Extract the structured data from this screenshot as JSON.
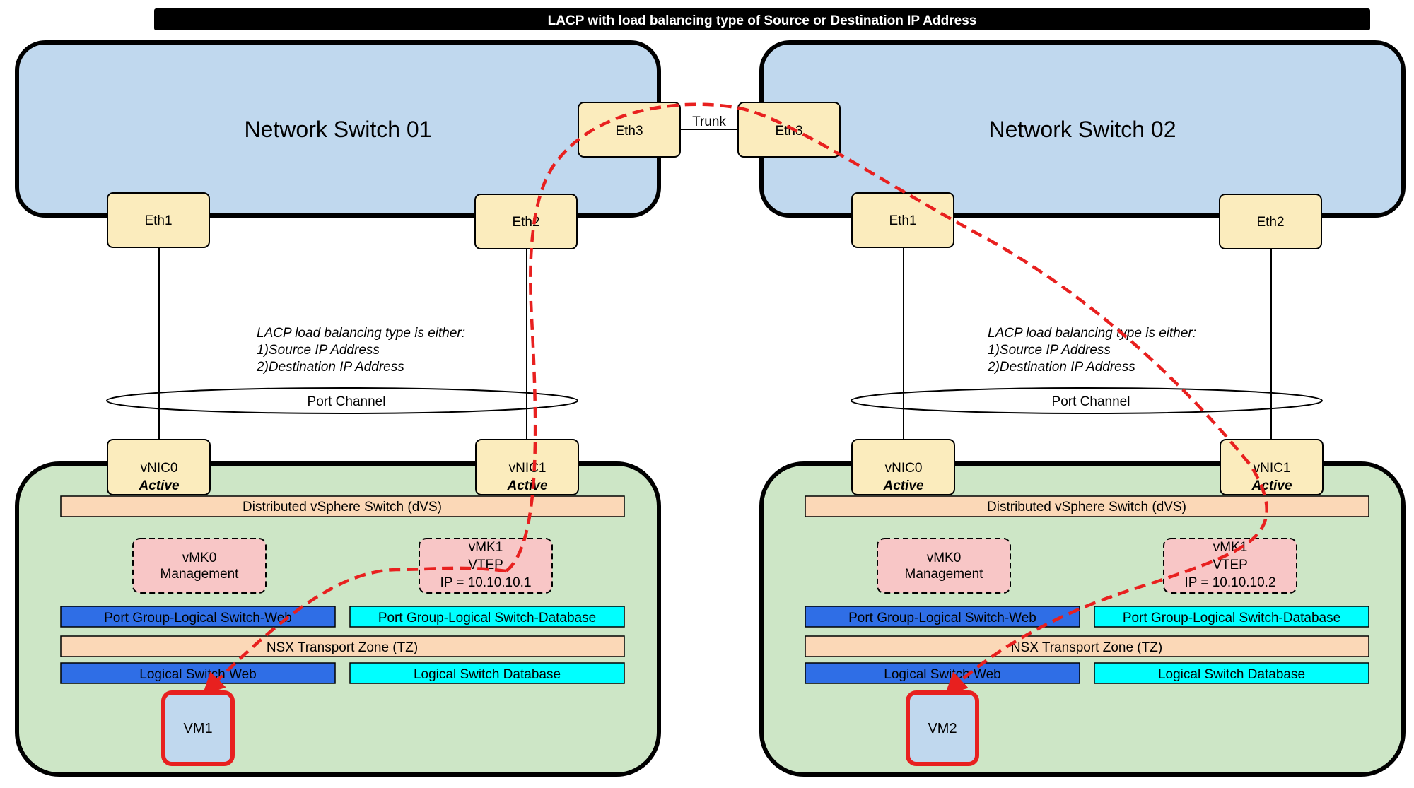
{
  "title": "LACP with load balancing type of Source or Destination IP Address",
  "colors": {
    "switch_fill": "#c0d8ee",
    "host_fill": "#cde6c6",
    "port_fill": "#fbecbd",
    "dvs_fill": "#fbd8b7",
    "vmk_fill": "#f8c6c6",
    "pg_web_fill": "#2f6ee6",
    "pg_db_fill": "#00ffff",
    "vm_fill": "#c0d8ee",
    "path_red": "#e8201f",
    "title_bar": "#000000"
  },
  "trunk_label": "Trunk",
  "sides": [
    {
      "switch": {
        "name": "Network Switch 01",
        "ports": {
          "eth1": "Eth1",
          "eth2": "Eth2",
          "eth3": "Eth3"
        }
      },
      "note": {
        "line1": "LACP load balancing type is either:",
        "line2": "1)Source IP Address",
        "line3": "2)Destination IP Address"
      },
      "port_channel": "Port Channel",
      "host": {
        "vnic0": {
          "name": "vNIC0",
          "state": "Active"
        },
        "vnic1": {
          "name": "vNIC1",
          "state": "Active"
        },
        "dvs": "Distributed vSphere Switch (dVS)",
        "vmk0": {
          "name": "vMK0",
          "role": "Management"
        },
        "vmk1": {
          "name": "vMK1",
          "role": "VTEP",
          "ip": "IP = 10.10.10.1"
        },
        "pg_web": "Port Group-Logical Switch-Web",
        "pg_db": "Port Group-Logical Switch-Database",
        "tz": "NSX Transport Zone (TZ)",
        "ls_web": "Logical Switch Web",
        "ls_db": "Logical Switch Database",
        "vm": "VM1"
      }
    },
    {
      "switch": {
        "name": "Network Switch 02",
        "ports": {
          "eth1": "Eth1",
          "eth2": "Eth2",
          "eth3": "Eth3"
        }
      },
      "note": {
        "line1": "LACP load balancing type is either:",
        "line2": "1)Source IP Address",
        "line3": "2)Destination IP Address"
      },
      "port_channel": "Port Channel",
      "host": {
        "vnic0": {
          "name": "vNIC0",
          "state": "Active"
        },
        "vnic1": {
          "name": "vNIC1",
          "state": "Active"
        },
        "dvs": "Distributed vSphere Switch (dVS)",
        "vmk0": {
          "name": "vMK0",
          "role": "Management"
        },
        "vmk1": {
          "name": "vMK1",
          "role": "VTEP",
          "ip": "IP = 10.10.10.2"
        },
        "pg_web": "Port Group-Logical Switch-Web",
        "pg_db": "Port Group-Logical Switch-Database",
        "tz": "NSX Transport Zone (TZ)",
        "ls_web": "Logical Switch Web",
        "ls_db": "Logical Switch Database",
        "vm": "VM2"
      }
    }
  ]
}
